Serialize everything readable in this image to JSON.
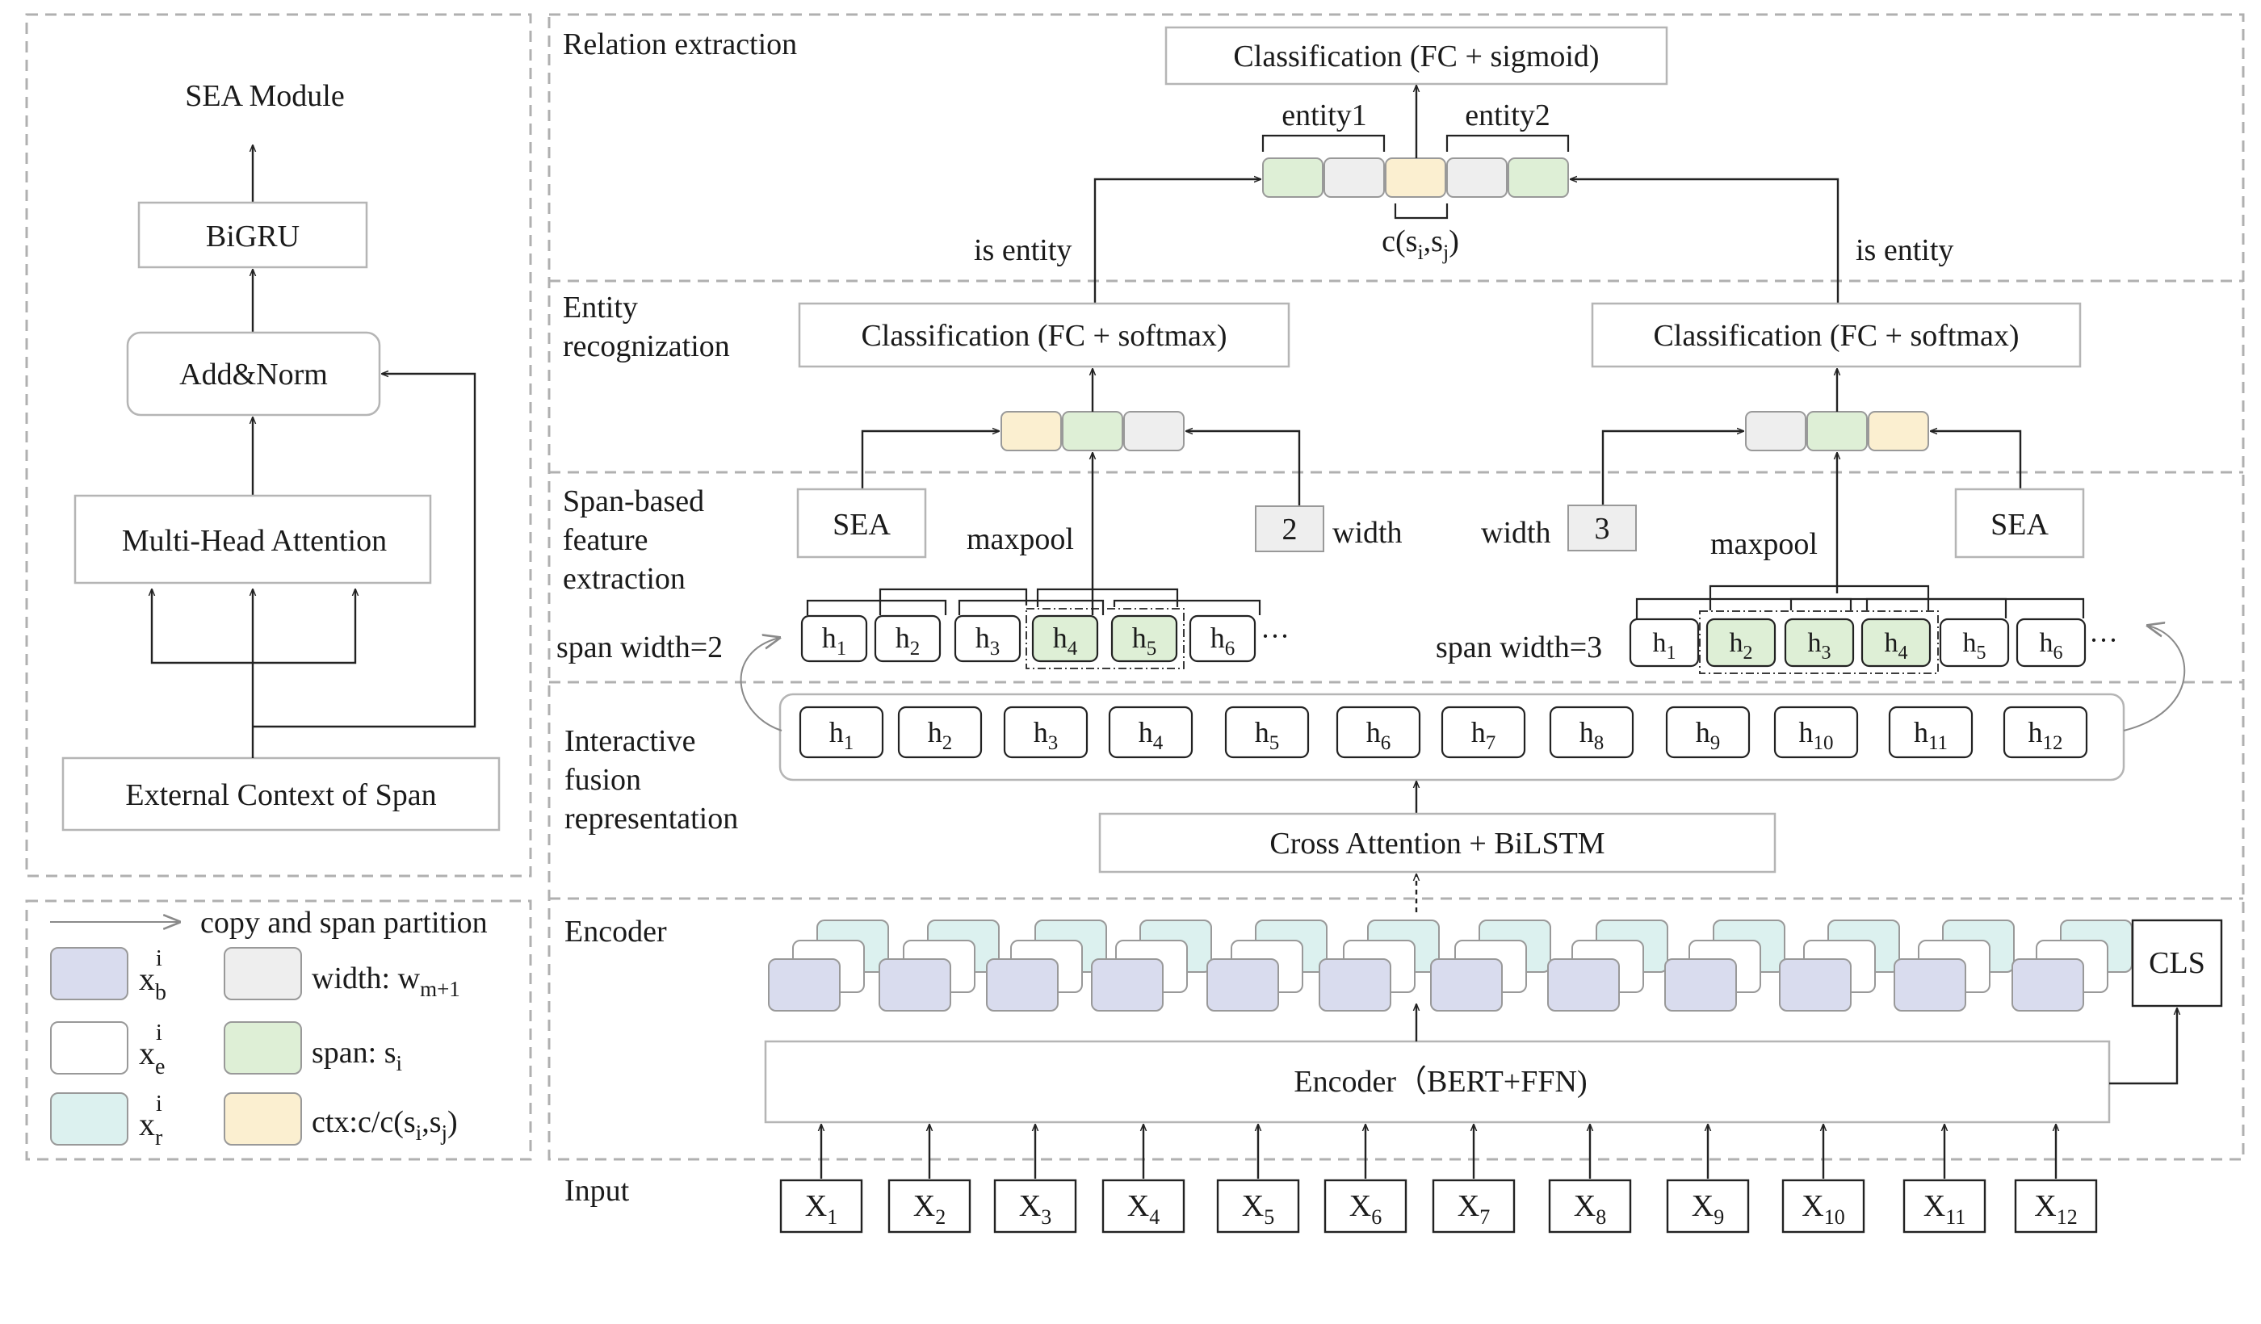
{
  "colors": {
    "xb": "#d9dcee",
    "xe": "#ffffff",
    "xr": "#dcf1ef",
    "width": "#eeeeee",
    "span": "#deefd6",
    "ctx": "#fbefd0",
    "dash": "#b0b0b0",
    "line": "#222222",
    "boxborder": "#b5b5b5"
  },
  "sea": {
    "title": "SEA Module",
    "bigru": "BiGRU",
    "addnorm": "Add&Norm",
    "mha": "Multi-Head Attention",
    "external": "External Context of Span"
  },
  "legend": {
    "arrow_label": "copy and span partition",
    "xb": {
      "base": "x",
      "sub": "b",
      "sup": "i"
    },
    "xe": {
      "base": "x",
      "sub": "e",
      "sup": "i"
    },
    "xr": {
      "base": "x",
      "sub": "r",
      "sup": "i"
    },
    "width": {
      "prefix": "width: w",
      "sub": "m+1"
    },
    "span": {
      "prefix": "span: s",
      "sub": "i"
    },
    "ctx": {
      "prefix": "ctx:c/c(s",
      "sub1": "i",
      "mid": ",s",
      "sub2": "j",
      "suffix": ")"
    }
  },
  "sections": {
    "relation": "Relation extraction",
    "entity": [
      "Entity",
      "recognization"
    ],
    "span": [
      "Span-based",
      "feature",
      "extraction"
    ],
    "fusion": [
      "Interactive",
      "fusion",
      "representation"
    ],
    "encoder": "Encoder",
    "input": "Input"
  },
  "relation": {
    "classifier": "Classification (FC + sigmoid)",
    "entity1": "entity1",
    "entity2": "entity2",
    "context": {
      "prefix": "c(s",
      "sub1": "i",
      "mid": ",s",
      "sub2": "j",
      "suffix": ")"
    },
    "is_entity_left": "is entity",
    "is_entity_right": "is entity"
  },
  "entity": {
    "classifier_left": "Classification (FC + softmax)",
    "classifier_right": "Classification (FC + softmax)"
  },
  "spanfeat": {
    "sea_left": "SEA",
    "sea_right": "SEA",
    "maxpool_left": "maxpool",
    "maxpool_right": "maxpool",
    "width_left_value": "2",
    "width_left_label": "width",
    "width_right_value": "3",
    "width_right_label": "width",
    "span_width_left": "span width=2",
    "span_width_right": "span width=3",
    "ellipsis": "···"
  },
  "tokens": {
    "h_base": "h",
    "x_base": "X",
    "h_left": [
      "1",
      "2",
      "3",
      "4",
      "5",
      "6"
    ],
    "h_right": [
      "1",
      "2",
      "3",
      "4",
      "5",
      "6"
    ],
    "h_fusion": [
      "1",
      "2",
      "3",
      "4",
      "5",
      "6",
      "7",
      "8",
      "9",
      "10",
      "11",
      "12"
    ],
    "x_input": [
      "1",
      "2",
      "3",
      "4",
      "5",
      "6",
      "7",
      "8",
      "9",
      "10",
      "11",
      "12"
    ]
  },
  "fusion": {
    "cross": "Cross Attention + BiLSTM"
  },
  "encoder": {
    "label": "Encoder（BERT+FFN)",
    "cls": "CLS"
  }
}
